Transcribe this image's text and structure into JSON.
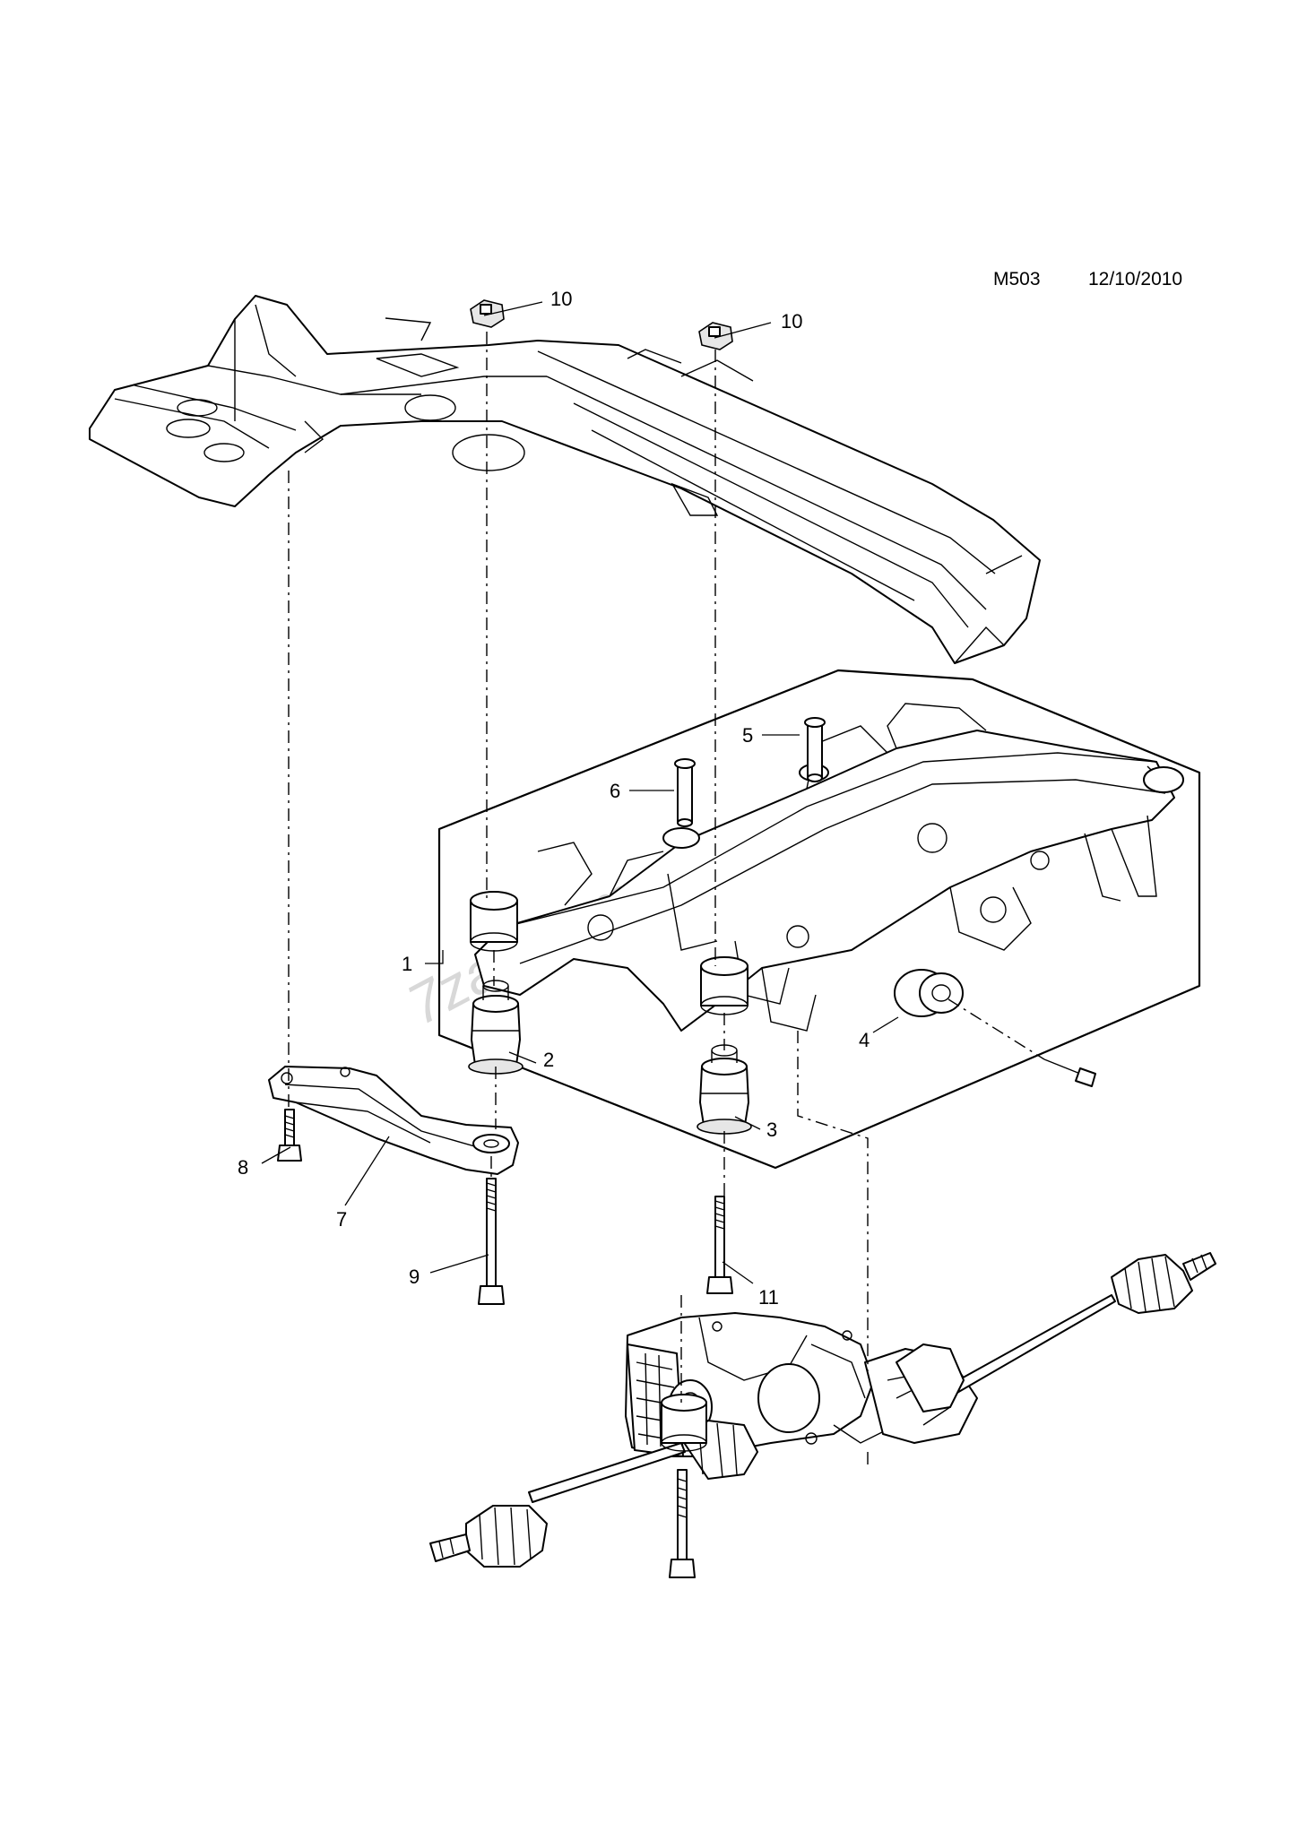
{
  "header": {
    "code": "M503",
    "date": "12/10/2010"
  },
  "callouts": [
    {
      "id": "c1",
      "label": "1"
    },
    {
      "id": "c2",
      "label": "2"
    },
    {
      "id": "c3",
      "label": "3"
    },
    {
      "id": "c4",
      "label": "4"
    },
    {
      "id": "c5",
      "label": "5"
    },
    {
      "id": "c6",
      "label": "6"
    },
    {
      "id": "c7",
      "label": "7"
    },
    {
      "id": "c8",
      "label": "8"
    },
    {
      "id": "c9",
      "label": "9"
    },
    {
      "id": "c10a",
      "label": "10"
    },
    {
      "id": "c10b",
      "label": "10"
    },
    {
      "id": "c11",
      "label": "11"
    }
  ],
  "watermark": "7zap.com"
}
